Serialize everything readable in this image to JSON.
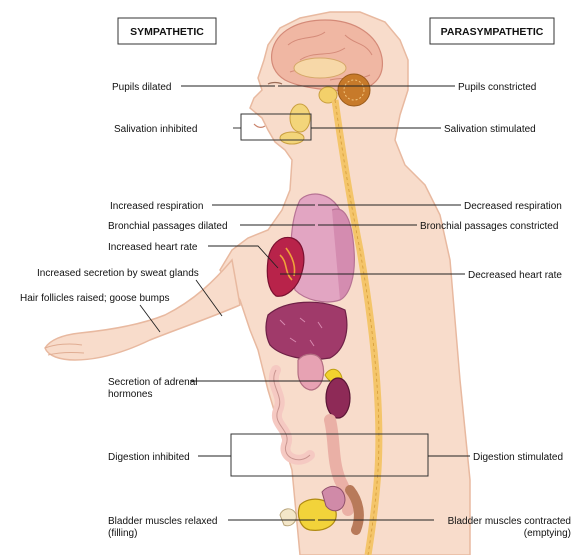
{
  "headers": {
    "sympathetic": "SYMPATHETIC",
    "parasympathetic": "PARASYMPATHETIC"
  },
  "sympathetic_labels": {
    "pupils": "Pupils dilated",
    "salivation": "Salivation inhibited",
    "respiration": "Increased respiration",
    "bronchial": "Bronchial passages dilated",
    "heart": "Increased heart rate",
    "sweat": "Increased secretion by sweat glands",
    "hair": "Hair follicles raised; goose bumps",
    "adrenal_1": "Secretion of adrenal",
    "adrenal_2": "hormones",
    "digestion": "Digestion inhibited",
    "bladder_1": "Bladder muscles relaxed",
    "bladder_2": "(filling)"
  },
  "parasympathetic_labels": {
    "pupils": "Pupils constricted",
    "salivation": "Salivation stimulated",
    "respiration": "Decreased respiration",
    "bronchial": "Bronchial passages constricted",
    "heart": "Decreased heart rate",
    "digestion": "Digestion stimulated",
    "bladder_1": "Bladder muscles contracted",
    "bladder_2": "(emptying)"
  },
  "colors": {
    "body": "#f8dccb",
    "body_outline": "#e8b9a0",
    "brain": "#f0b7a3",
    "spinal_cord": "#f4c56a",
    "lungs": "#e2a5c2",
    "heart": "#b8234a",
    "liver": "#a03a6a",
    "stomach": "#e7a2b3",
    "adrenal": "#f2d22e",
    "kidney": "#8e2a57",
    "intestine": "#f5c9c2",
    "bladder": "#f2d33a"
  }
}
